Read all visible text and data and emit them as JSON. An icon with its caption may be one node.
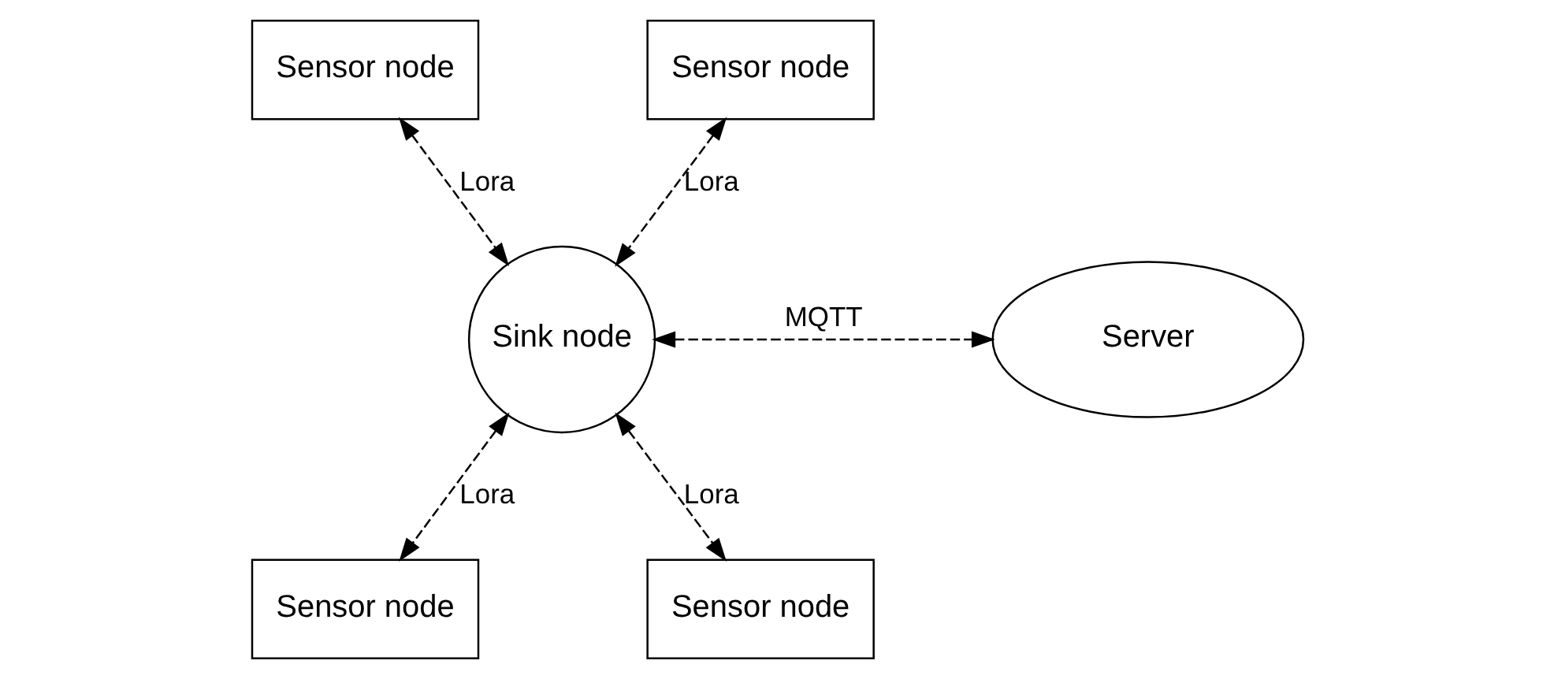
{
  "diagram": {
    "nodes": [
      {
        "text": [
          "Sensor node"
        ]
      },
      {
        "text": [
          "Sensor node"
        ]
      },
      {
        "text": [
          "Sink node"
        ]
      },
      {
        "text": [
          "Server"
        ]
      },
      {
        "text": [
          "Sensor node"
        ]
      },
      {
        "text": [
          "Sensor node"
        ]
      }
    ],
    "edges": [
      {
        "from": 0,
        "to": 2,
        "arrow": "both",
        "label": "Lora",
        "style": "dashed"
      },
      {
        "from": 1,
        "to": 2,
        "arrow": "both",
        "label": "Lora",
        "style": "dashed"
      },
      {
        "from": 2,
        "to": 3,
        "arrow": "both",
        "label": "MQTT",
        "style": "dashed"
      },
      {
        "from": 2,
        "to": 4,
        "arrow": "both",
        "label": "Lora",
        "style": "dashed"
      },
      {
        "from": 2,
        "to": 5,
        "arrow": "both",
        "label": "Lora",
        "style": "dashed"
      }
    ]
  }
}
